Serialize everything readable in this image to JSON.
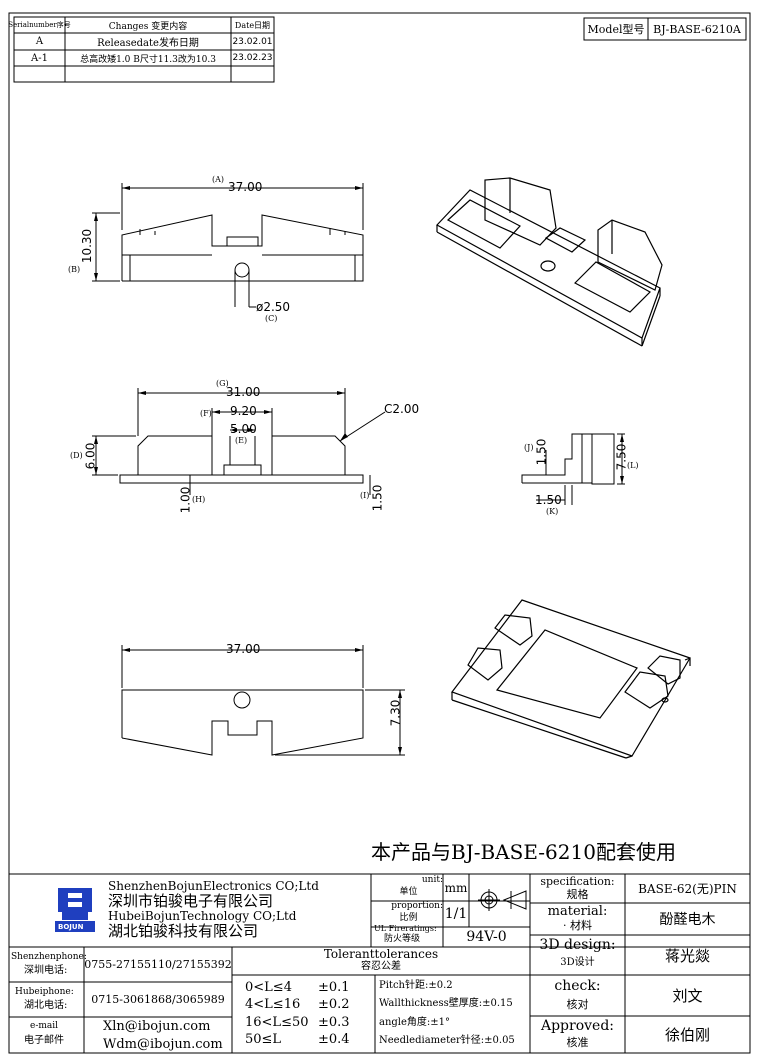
{
  "revision": {
    "header": {
      "serial": "Serialnumber序号",
      "changes": "Changes 变更内容",
      "date": "Date日期"
    },
    "rows": [
      {
        "serial": "A",
        "change": "Releasedate发布日期",
        "date": "23.02.01"
      },
      {
        "serial": "A-1",
        "change": "总高改矮1.0 B尺寸11.3改为10.3",
        "date": "23.02.23"
      },
      {
        "serial": "",
        "change": "",
        "date": ""
      }
    ]
  },
  "model": {
    "label": "Model型号",
    "value": "BJ-BASE-6210A"
  },
  "dims": {
    "top_a_label": "(A)",
    "top_a": "37.00",
    "top_b_label": "(B)",
    "top_b": "10.30",
    "top_c_value": "ø2.50",
    "top_c_label": "(C)",
    "mid_g_label": "(G)",
    "mid_g": "31.00",
    "mid_f_label": "(F)",
    "mid_f": "9.20",
    "mid_e_value": "5.00",
    "mid_e_label": "(E)",
    "chamfer": "C2.00",
    "mid_d_label": "(D)",
    "mid_d": "6.00",
    "mid_h_value": "1.00",
    "mid_h_label": "(H)",
    "mid_i_label": "(I)",
    "mid_i_value": "1.50",
    "side_j_label": "(J)",
    "side_j": "1.50",
    "side_l_value": "7.50",
    "side_l_label": "(L)",
    "side_k_value": "1.50",
    "side_k_label": "(K)",
    "bottom_w": "37.00",
    "bottom_h": "7.30"
  },
  "note": "本产品与BJ-BASE-6210配套使用",
  "company": {
    "logo_text": "BOJUN",
    "name_en1": "ShenzhenBojunElectronics CO;Ltd",
    "name_cn1": "深圳市铂骏电子有限公司",
    "name_en2": "HubeiBojunTechnology CO;Ltd",
    "name_cn2": "湖北铂骏科技有限公司"
  },
  "contacts": [
    {
      "label_en": "Shenzhenphone:",
      "label_cn": "深圳电话:",
      "value": "0755-27155110/27155392"
    },
    {
      "label_en": "Hubeiphone:",
      "label_cn": "湖北电话:",
      "value": "0715-3061868/3065989"
    },
    {
      "label_en": "e-mail",
      "label_cn": "电子邮件",
      "value1": "Xln@ibojun.com",
      "value2": "Wdm@ibojun.com"
    }
  ],
  "spec": {
    "unit_en": "unit:",
    "unit_cn": "单位",
    "unit_value": "mm",
    "proportion_en": "proportion:",
    "proportion_cn": "比例",
    "proportion_value": "1/1",
    "ul_en": "UL Fireratings:",
    "ul_cn": "防火等级",
    "ul_value": "94V-0"
  },
  "tolerances": {
    "title_en": "Toleranttolerances",
    "title_cn": "容忍公差",
    "ranges": [
      {
        "range": "0<L≤4",
        "tol": "±0.1"
      },
      {
        "range": "4<L≤16",
        "tol": "±0.2"
      },
      {
        "range": "16<L≤50",
        "tol": "±0.3"
      },
      {
        "range": "50≤L",
        "tol": "±0.4"
      }
    ],
    "notes": [
      "Pitch针距:±0.2",
      "Wallthickness壁厚度:±0.15",
      "angle角度:±1°",
      "Needlediameter针径:±0.05"
    ]
  },
  "approval": [
    {
      "label_en": "specification:",
      "label_cn": "规格",
      "value": "BASE-62(无)PIN"
    },
    {
      "label_en": "material:",
      "label_cn": "· 材料",
      "value": "酚醛电木"
    },
    {
      "label_en": "3D design:",
      "label_cn": "3D设计",
      "value": "蒋光燚"
    },
    {
      "label_en": "check:",
      "label_cn": "核对",
      "value": "刘文"
    },
    {
      "label_en": "Approved:",
      "label_cn": "核准",
      "value": "徐伯刚"
    }
  ],
  "colors": {
    "logo_blue": "#1f3fbf",
    "line": "#000000"
  }
}
